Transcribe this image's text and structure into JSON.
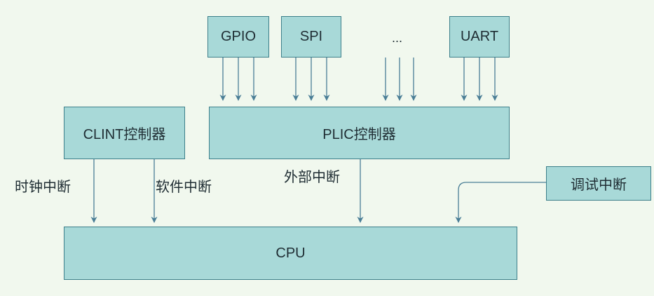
{
  "peripherals": {
    "gpio": "GPIO",
    "spi": "SPI",
    "ellipsis": "...",
    "uart": "UART"
  },
  "controllers": {
    "clint": "CLINT控制器",
    "plic": "PLIC控制器"
  },
  "debug": "调试中断",
  "cpu": "CPU",
  "labels": {
    "timer": "时钟中断",
    "software": "软件中断",
    "external": "外部中断"
  },
  "colors": {
    "box_fill": "#a8d9d8",
    "box_stroke": "#3d7f8a",
    "arrow": "#4a7e96",
    "background": "#f1f8ee"
  }
}
